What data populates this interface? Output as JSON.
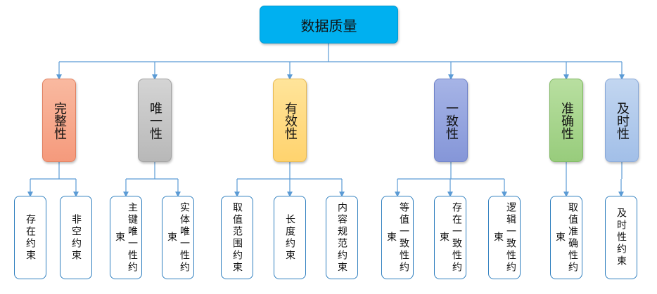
{
  "root": {
    "label": "数据质量"
  },
  "categories": [
    {
      "label": "完整性",
      "color": "#f59a7c",
      "children": [
        "存在约束",
        "非空约束"
      ]
    },
    {
      "label": "唯一性",
      "color": "#b8b8b8",
      "children": [
        "主键唯一性约束",
        "实体唯一性约束"
      ]
    },
    {
      "label": "有效性",
      "color": "#ffd36e",
      "children": [
        "取值范围约束",
        "长度约束",
        "内容规范约束"
      ]
    },
    {
      "label": "一致性",
      "color": "#8596d8",
      "children": [
        "等值一致性约束",
        "存在一致性约束",
        "逻辑一致性约束"
      ]
    },
    {
      "label": "准确性",
      "color": "#98cc7c",
      "children": [
        "取值准确性约束"
      ]
    },
    {
      "label": "及时性",
      "color": "#a2bfe8",
      "children": [
        "及时性约束"
      ]
    }
  ],
  "connector_color": "#5b9bd5"
}
